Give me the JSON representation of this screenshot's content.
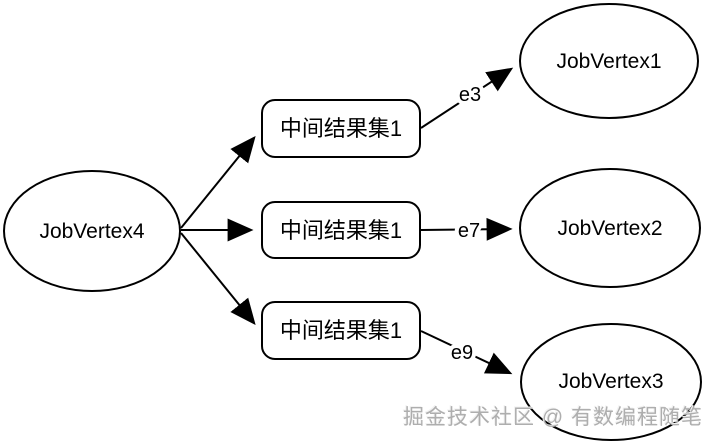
{
  "diagram": {
    "source_node": {
      "label": "JobVertex4"
    },
    "intermediate_nodes": [
      {
        "label": "中间结果集1"
      },
      {
        "label": "中间结果集1"
      },
      {
        "label": "中间结果集1"
      }
    ],
    "target_nodes": [
      {
        "label": "JobVertex1"
      },
      {
        "label": "JobVertex2"
      },
      {
        "label": "JobVertex3"
      }
    ],
    "edge_labels": [
      {
        "label": "e3"
      },
      {
        "label": "e7"
      },
      {
        "label": "e9"
      }
    ],
    "colors": {
      "stroke": "#000000",
      "fill": "#ffffff",
      "watermark": "#aeaeae"
    }
  },
  "watermark": {
    "text": "掘金技术社区 @ 有数编程随笔"
  }
}
